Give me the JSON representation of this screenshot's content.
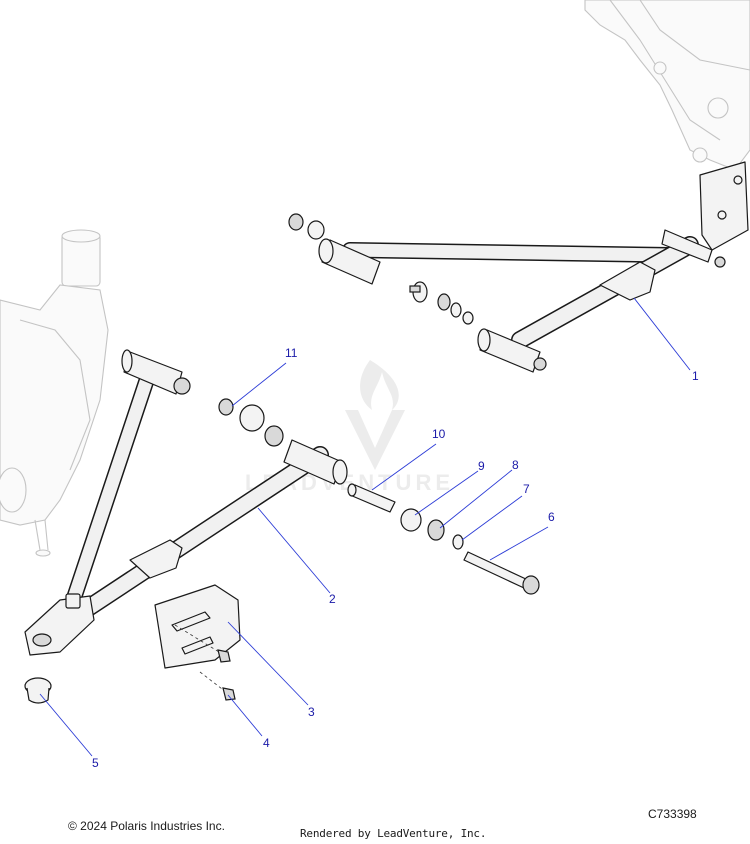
{
  "footer": {
    "copyright": "© 2024 Polaris Industries Inc.",
    "rendered_by": "Rendered by LeadVenture, Inc.",
    "drawing_code": "C733398"
  },
  "watermark": {
    "text": "LEADVENTURE"
  },
  "callouts": [
    {
      "id": "callout-1",
      "label": "1"
    },
    {
      "id": "callout-2",
      "label": "2"
    },
    {
      "id": "callout-3",
      "label": "3"
    },
    {
      "id": "callout-4",
      "label": "4"
    },
    {
      "id": "callout-5",
      "label": "5"
    },
    {
      "id": "callout-6",
      "label": "6"
    },
    {
      "id": "callout-7",
      "label": "7"
    },
    {
      "id": "callout-8",
      "label": "8"
    },
    {
      "id": "callout-9",
      "label": "9"
    },
    {
      "id": "callout-10",
      "label": "10"
    },
    {
      "id": "callout-11",
      "label": "11"
    }
  ],
  "colors": {
    "callout": "#1a1aa8",
    "leader": "#2b3bd6",
    "line": "#1a1a1a",
    "ghost": "#c4c4c4"
  }
}
